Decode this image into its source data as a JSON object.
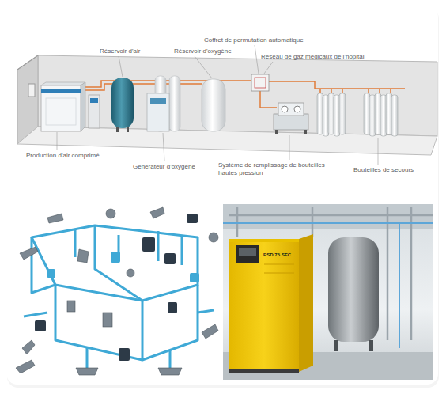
{
  "diagram": {
    "labels": [
      "Coffret de permutation automatique",
      "Réservoir d'air",
      "Réservoir d'oxygène",
      "Réseau de gaz médicaux de l'hôpital",
      "Production d'air comprimé",
      "Générateur d'oxygène",
      "Système de remplissage de bouteilles hautes pression",
      "Bouteilles de secours",
      "BSD 75",
      "SFC"
    ]
  }
}
